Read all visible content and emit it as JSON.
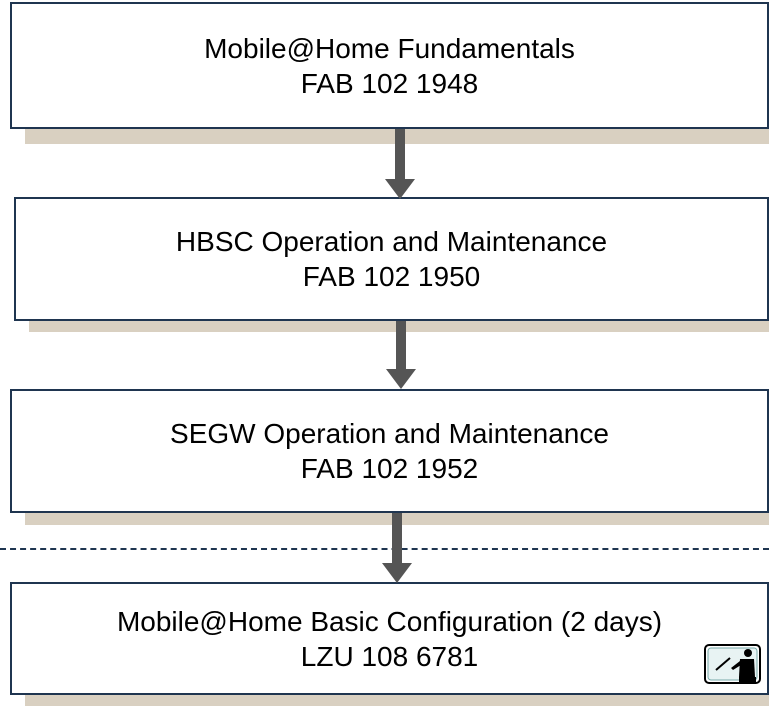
{
  "courses": [
    {
      "title": "Mobile@Home Fundamentals",
      "code": "FAB 102 1948"
    },
    {
      "title": "HBSC Operation and Maintenance",
      "code": "FAB 102 1950"
    },
    {
      "title": "SEGW Operation and Maintenance",
      "code": "FAB 102 1952"
    },
    {
      "title": "Mobile@Home Basic Configuration (2 days)",
      "code": "LZU 108 6781"
    }
  ],
  "colors": {
    "box_border": "#1f3550",
    "shadow": "#d9d0c1",
    "arrow": "#555555",
    "dashed_line": "#1f3550"
  },
  "icons": {
    "instructor": "instructor-led-icon"
  }
}
